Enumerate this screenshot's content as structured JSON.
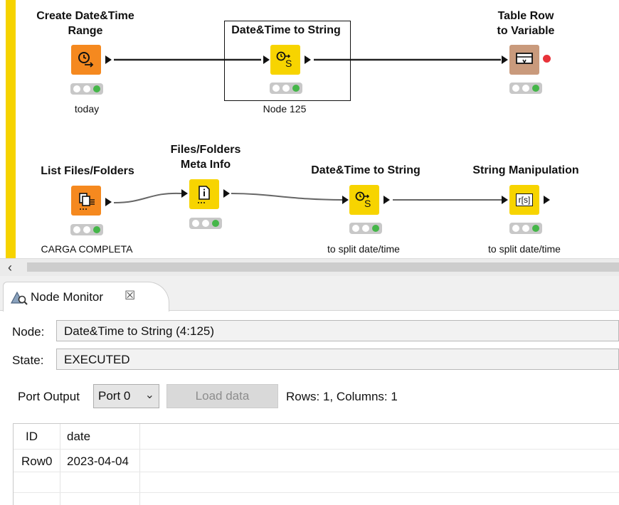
{
  "workflow": {
    "nodes": [
      {
        "title_line1": "Create Date&Time",
        "title_line2": "Range",
        "label": "today",
        "color": "#f5891f"
      },
      {
        "title_line1": "Date&Time to String",
        "label": "Node 125",
        "color": "#f7d400"
      },
      {
        "title_line1": "Table Row",
        "title_line2": "to Variable",
        "color": "#c99a7c"
      },
      {
        "title_line1": "List Files/Folders",
        "label": "CARGA COMPLETA",
        "color": "#f5891f"
      },
      {
        "title_line1": "Files/Folders",
        "title_line2": "Meta Info",
        "color": "#f7d400"
      },
      {
        "title_line1": "Date&Time to String",
        "label": "to split date/time",
        "color": "#f7d400"
      },
      {
        "title_line1": "String Manipulation",
        "label": "to split date/time",
        "color": "#f7d400",
        "icon_text": "r[s]"
      }
    ]
  },
  "monitor": {
    "tab_title": "Node Monitor",
    "close_symbol": "☒",
    "node_label": "Node:",
    "node_value": "Date&Time to String  (4:125)",
    "state_label": "State:",
    "state_value": "EXECUTED",
    "port_output_label": "Port Output",
    "port_selected": "Port 0",
    "load_button": "Load data",
    "rows_info": "Rows: 1, Columns: 1",
    "table": {
      "columns": [
        "ID",
        "date"
      ],
      "rows": [
        [
          "Row0",
          "2023-04-04"
        ]
      ]
    }
  }
}
